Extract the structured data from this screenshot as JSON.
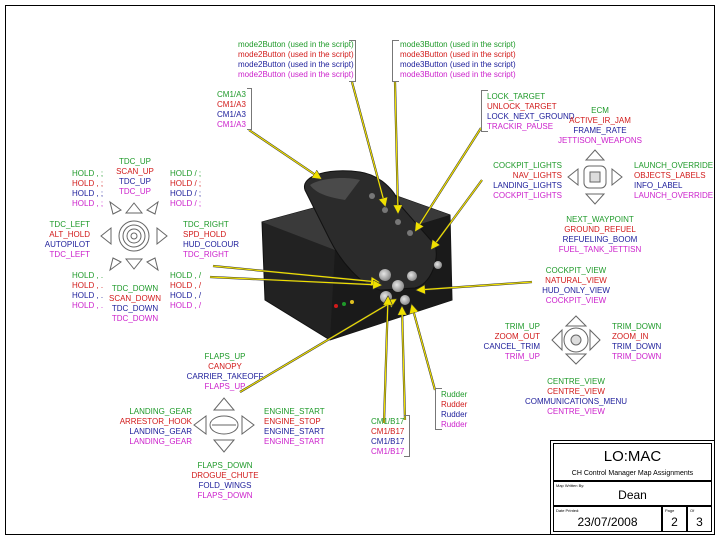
{
  "mode2_labels": [
    "mode2Button (used in the script)",
    "mode2Button (used in the script)",
    "mode2Button (used in the script)",
    "mode2Button (used in the script)"
  ],
  "mode3_labels": [
    "mode3Button (used in the script)",
    "mode3Button (used in the script)",
    "mode3Button (used in the script)",
    "mode3Button (used in the script)"
  ],
  "cm1a3": [
    "CM1/A3",
    "CM1/A3",
    "CM1/A3",
    "CM1/A3"
  ],
  "lock_block": [
    "LOCK_TARGET",
    "UNLOCK_TARGET",
    "LOCK_NEXT_GROUND",
    "TRACKIR_PAUSE"
  ],
  "hat1": {
    "up": [
      "TDC_UP",
      "SCAN_UP",
      "TDC_UP",
      "TDC_UP"
    ],
    "ul": [
      "HOLD , ;",
      "HOLD , ;",
      "HOLD , ;",
      "HOLD , ;"
    ],
    "ur": [
      "HOLD / ;",
      "HOLD / ;",
      "HOLD / ;",
      "HOLD / ;"
    ],
    "left": [
      "TDC_LEFT",
      "ALT_HOLD",
      "AUTOPILOT",
      "TDC_LEFT"
    ],
    "right": [
      "TDC_RIGHT",
      "SPD_HOLD",
      "HUD_COLOUR",
      "TDC_RIGHT"
    ],
    "dl": [
      "HOLD , .",
      "HOLD , .",
      "HOLD , .",
      "HOLD , ."
    ],
    "dr": [
      "HOLD , /",
      "HOLD , /",
      "HOLD , /",
      "HOLD , /"
    ],
    "down": [
      "TDC_DOWN",
      "SCAN_DOWN",
      "TDC_DOWN",
      "TDC_DOWN"
    ]
  },
  "hat2": {
    "up": [
      "ECM",
      "ACTIVE_IR_JAM",
      "FRAME_RATE",
      "JETTISON_WEAPONS"
    ],
    "left": [
      "COCKPIT_LIGHTS",
      "NAV_LIGHTS",
      "LANDING_LIGHTS",
      "COCKPIT_LIGHTS"
    ],
    "right": [
      "LAUNCH_OVERRIDE",
      "OBJECTS_LABELS",
      "INFO_LABEL",
      "LAUNCH_OVERRIDE"
    ],
    "down": [
      "NEXT_WAYPOINT",
      "GROUND_REFUEL",
      "REFUELING_BOOM",
      "FUEL_TANK_JETTISN"
    ]
  },
  "hat3": {
    "up": [
      "COCKPIT_VIEW",
      "NATURAL_VIEW",
      "HUD_ONLY_VIEW",
      "COCKPIT_VIEW"
    ],
    "left": [
      "TRIM_UP",
      "ZOOM_OUT",
      "CANCEL_TRIM",
      "TRIM_UP"
    ],
    "right": [
      "TRIM_DOWN",
      "ZOOM_IN",
      "TRIM_DOWN",
      "TRIM_DOWN"
    ],
    "down": [
      "CENTRE_VIEW",
      "CENTRE_VIEW",
      "COMMUNICATIONS_MENU",
      "CENTRE_VIEW"
    ]
  },
  "hat4": {
    "up": [
      "FLAPS_UP",
      "CANOPY",
      "CARRIER_TAKEOFF",
      "FLAPS_UP"
    ],
    "left": [
      "LANDING_GEAR",
      "ARRESTOR_HOOK",
      "LANDING_GEAR",
      "LANDING_GEAR"
    ],
    "right": [
      "ENGINE_START",
      "ENGINE_STOP",
      "ENGINE_START",
      "ENGINE_START"
    ],
    "down": [
      "FLAPS_DOWN",
      "DROGUE_CHUTE",
      "FOLD_WINGS",
      "FLAPS_DOWN"
    ]
  },
  "rudder": [
    "Rudder",
    "Rudder",
    "Rudder",
    "Rudder"
  ],
  "cm1b17": [
    "CM1/B17",
    "CM1/B17",
    "CM1/B17",
    "CM1/B17"
  ],
  "title_block": {
    "title": "LO:MAC",
    "subtitle": "CH Control Manager Map Assignments",
    "written_by_label": "Map Written By:",
    "author": "Dean",
    "date_label": "Date Printed:",
    "date": "23/07/2008",
    "page_label": "Page",
    "page": "2",
    "of_label": "Of",
    "of": "3"
  },
  "colors": {
    "green": "#1f9a2a",
    "red": "#d11a1a",
    "blue": "#1c1c9a",
    "magenta": "#cc22cc",
    "arrow": "#f0e000"
  }
}
